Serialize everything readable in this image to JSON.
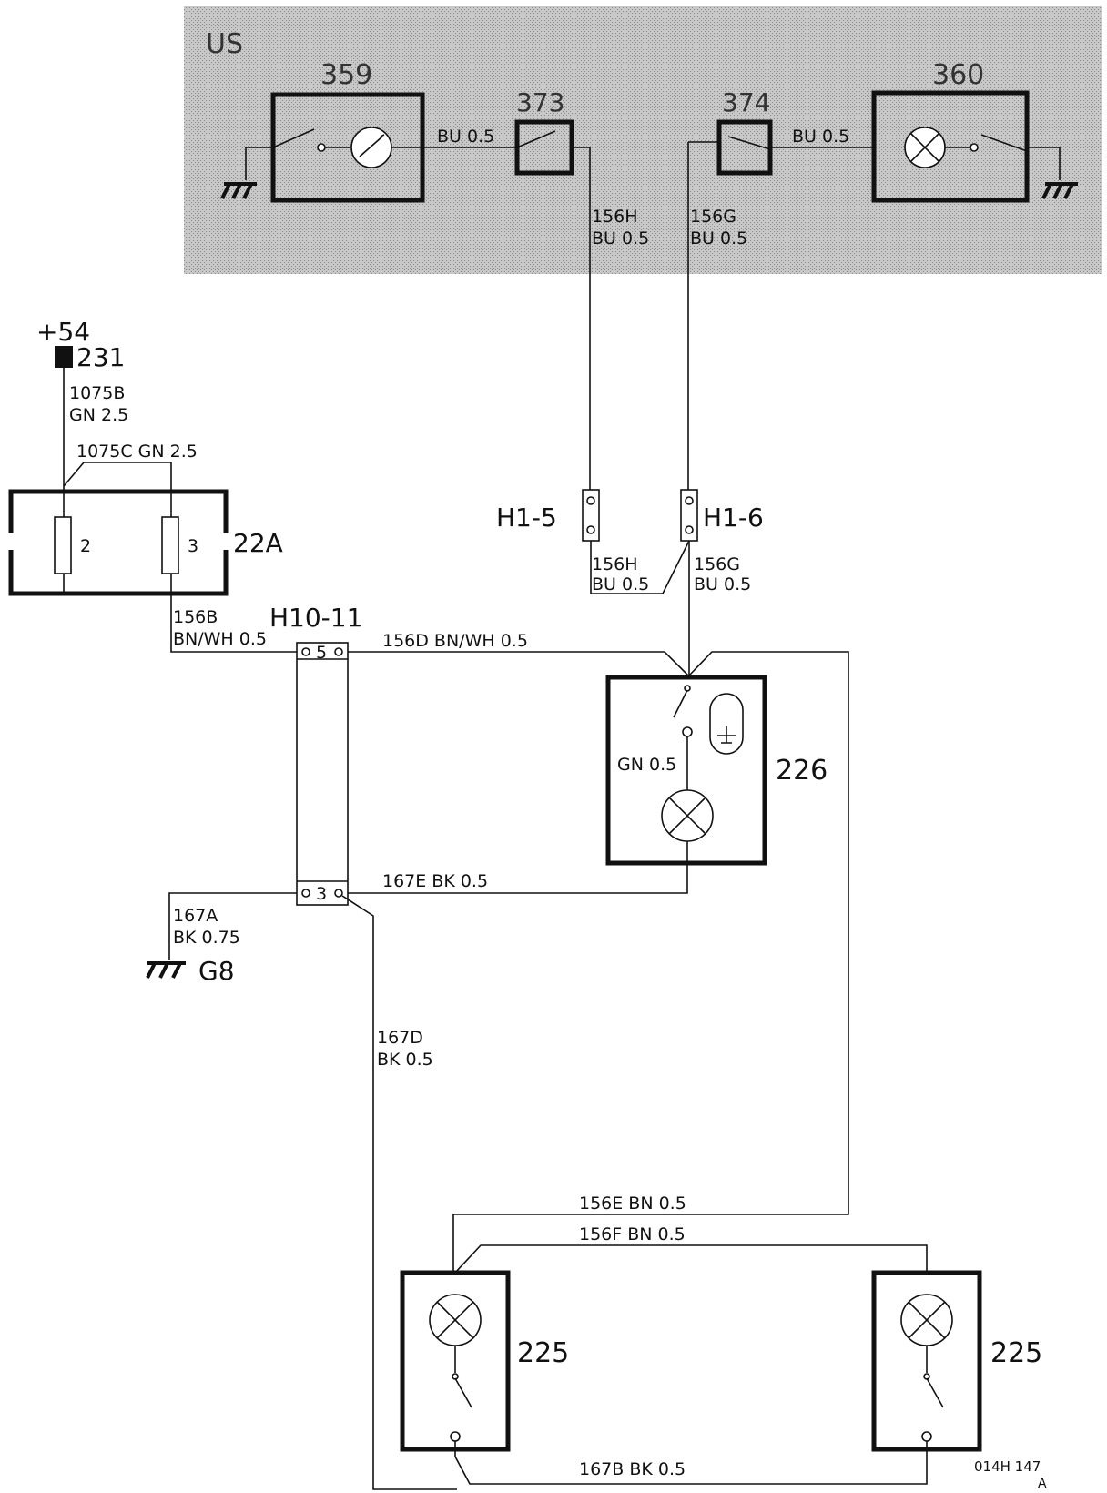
{
  "us_section": {
    "label": "US",
    "component_359": "359",
    "component_360": "360",
    "component_373": "373",
    "component_374": "374",
    "wire_359_373": "BU 0.5",
    "wire_374_360": "BU 0.5",
    "wire_156H_id": "156H",
    "wire_156H_spec": "BU 0.5",
    "wire_156G_id": "156G",
    "wire_156G_spec": "BU 0.5"
  },
  "power": {
    "terminal": "+54",
    "fuse_box": "231"
  },
  "wires": {
    "w1075B_id": "1075B",
    "w1075B_spec": "GN 2.5",
    "w1075C": "1075C GN 2.5",
    "w156B_id": "156B",
    "w156B_spec": "BN/WH 0.5",
    "w156D": "156D BN/WH 0.5",
    "w156H_id": "156H",
    "w156H_spec": "BU 0.5",
    "w156G_id": "156G",
    "w156G_spec": "BU 0.5",
    "w_gn": "GN 0.5",
    "w167E": "167E BK 0.5",
    "w167A_id": "167A",
    "w167A_spec": "BK 0.75",
    "w167D_id": "167D",
    "w167D_spec": "BK 0.5",
    "w156E": "156E BN 0.5",
    "w156F": "156F BN 0.5",
    "w167B": "167B BK 0.5"
  },
  "fuses": {
    "box_label": "22A",
    "fuse_a": "2",
    "fuse_b": "3"
  },
  "connectors": {
    "h1_5": "H1-5",
    "h1_6": "H1-6",
    "h10_11": "H10-11",
    "pin_5": "5",
    "pin_3": "3"
  },
  "components": {
    "c226": "226",
    "c225_left": "225",
    "c225_right": "225"
  },
  "ground": {
    "g8": "G8"
  },
  "footer": {
    "code": "014H 147",
    "rev": "A"
  }
}
